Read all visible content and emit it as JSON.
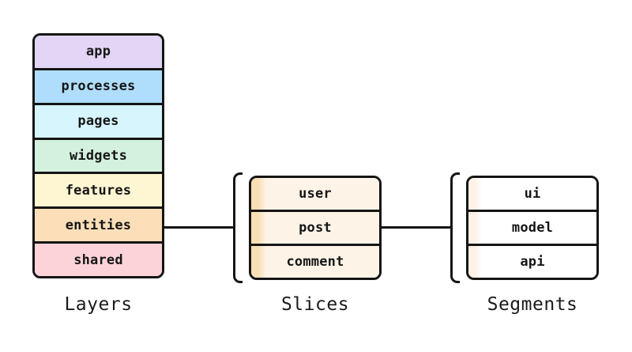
{
  "theme": {
    "--bg": "#ffffff",
    "--stroke": "#151515",
    "--slices-fill": "#fdf3e6",
    "--slices-stripe": "#f9dfb4",
    "--segments-fill": "#ffffff",
    "--segments-stripe": "#fdf2e5"
  },
  "layers": {
    "label": "Layers",
    "items": [
      {
        "label": "app",
        "color": "#e3d5f5"
      },
      {
        "label": "processes",
        "color": "#afddfc"
      },
      {
        "label": "pages",
        "color": "#d6f5fd"
      },
      {
        "label": "widgets",
        "color": "#d4f1de"
      },
      {
        "label": "features",
        "color": "#fef6d2"
      },
      {
        "label": "entities",
        "color": "#fcdfb8"
      },
      {
        "label": "shared",
        "color": "#fcd3d9"
      }
    ]
  },
  "slices": {
    "label": "Slices",
    "items": [
      {
        "label": "user"
      },
      {
        "label": "post"
      },
      {
        "label": "comment"
      }
    ]
  },
  "segments": {
    "label": "Segments",
    "items": [
      {
        "label": "ui"
      },
      {
        "label": "model"
      },
      {
        "label": "api"
      }
    ]
  }
}
